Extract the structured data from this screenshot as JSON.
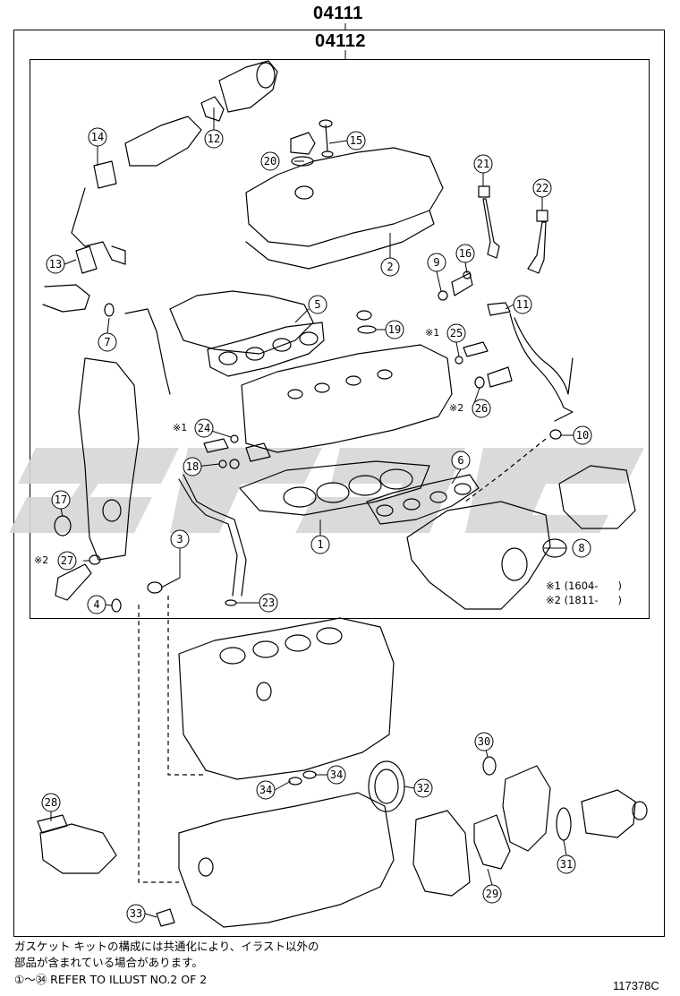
{
  "header": {
    "kit_code": "04111",
    "sub_kit_code": "04112"
  },
  "parts": [
    "1",
    "2",
    "3",
    "4",
    "5",
    "6",
    "7",
    "8",
    "9",
    "10",
    "11",
    "12",
    "13",
    "14",
    "15",
    "16",
    "17",
    "18",
    "19",
    "20",
    "21",
    "22",
    "23",
    "24",
    "25",
    "26",
    "27",
    "28",
    "29",
    "30",
    "31",
    "32",
    "33",
    "34",
    "34"
  ],
  "special_markers": [
    "※1",
    "※2",
    "※1",
    "※2"
  ],
  "serial_notes": {
    "note1": "※1 (1604-      )",
    "note2": "※2 (1811-      )"
  },
  "footer": {
    "jp_line1": "ガスケット キットの構成には共通化により、イラスト以外の",
    "jp_line2": "部品が含まれている場合があります。",
    "refer": "①～㉞ REFER TO ILLUST NO.2 OF 2"
  },
  "drawing_id": "117378C"
}
